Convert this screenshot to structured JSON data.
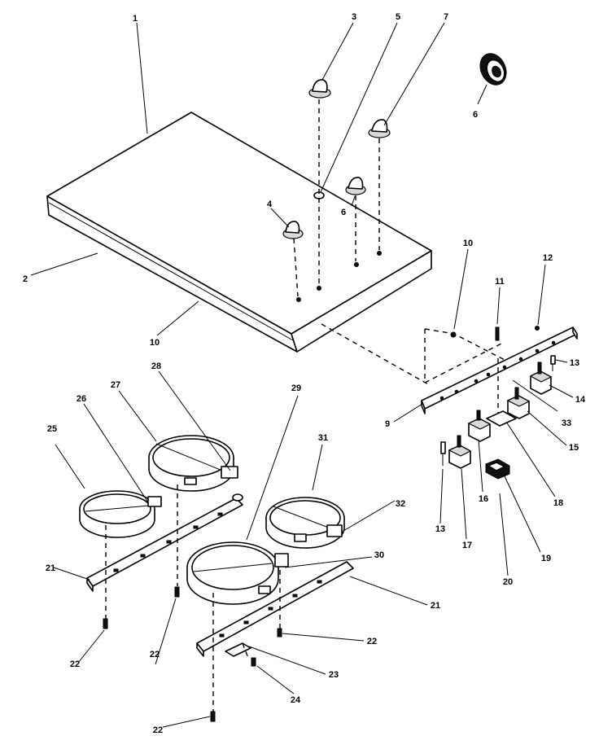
{
  "callouts": {
    "c1": "1",
    "c2": "2",
    "c3": "3",
    "c4": "4",
    "c5": "5",
    "c6a": "6",
    "c6b": "6",
    "c7": "7",
    "c9": "9",
    "c10a": "10",
    "c10b": "10",
    "c11": "11",
    "c12": "12",
    "c13a": "13",
    "c13b": "13",
    "c14": "14",
    "c15": "15",
    "c16": "16",
    "c17": "17",
    "c18": "18",
    "c19": "19",
    "c20": "20",
    "c21a": "21",
    "c21b": "21",
    "c22a": "22",
    "c22b": "22",
    "c22c": "22",
    "c22d": "22",
    "c23": "23",
    "c24": "24",
    "c25": "25",
    "c26": "26",
    "c27": "27",
    "c28": "28",
    "c29": "29",
    "c30": "30",
    "c31": "31",
    "c32": "32",
    "c33": "33"
  }
}
